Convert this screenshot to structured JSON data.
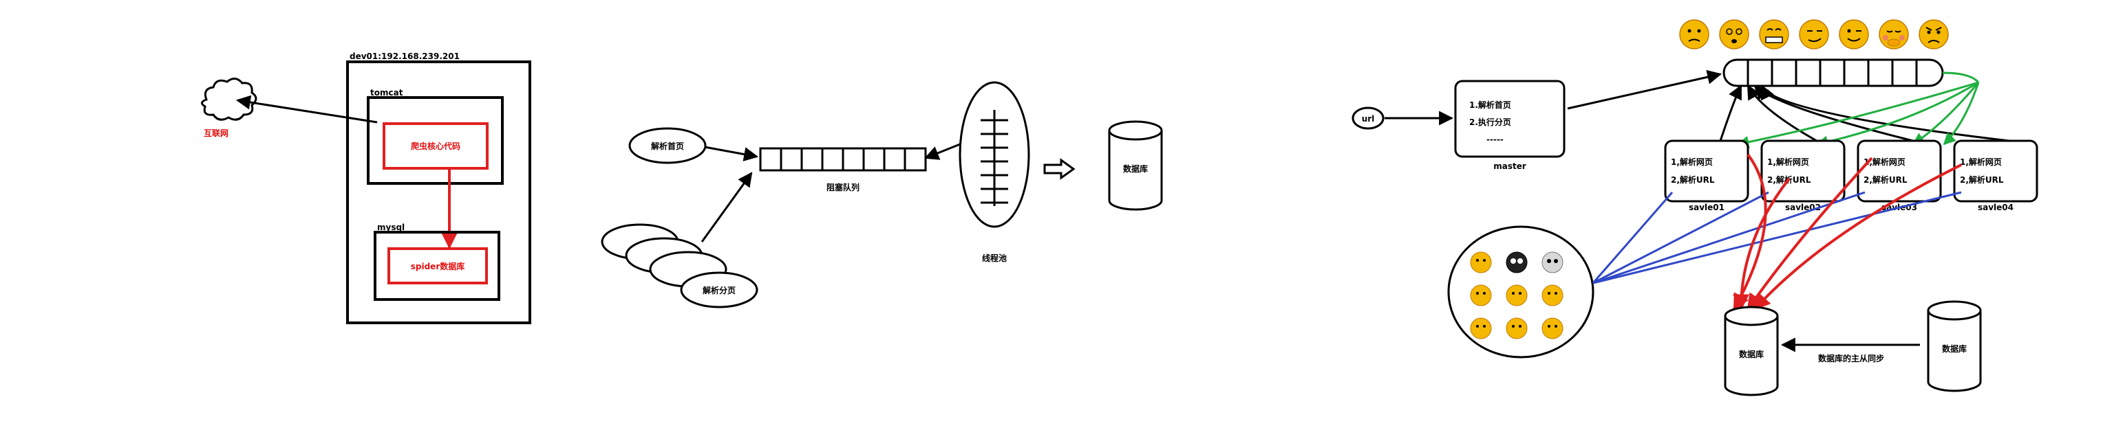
{
  "colors": {
    "red": "#e02020",
    "green": "#20b040",
    "blue": "#3048c8",
    "black": "#000000",
    "emoji_yellow": "#f5b800"
  },
  "left": {
    "server_label": "dev01:192.168.239.201",
    "internet_label": "互联网",
    "tomcat_label": "tomcat",
    "crawler_core_label": "爬虫核心代码",
    "mysql_label": "mysql",
    "spider_db_label": "spider数据库"
  },
  "middle": {
    "parse_home_label": "解析首页",
    "blocking_queue_label": "阻塞队列",
    "parse_paging_label": "解析分页",
    "thread_pool_label": "线程池",
    "database_label": "数据库"
  },
  "right": {
    "url_label": "url",
    "master": {
      "lines": [
        "1.解析首页",
        "2.执行分页",
        "-----"
      ],
      "label": "master"
    },
    "slaves": [
      {
        "line1": "1,解析网页",
        "line2": "2,解析URL",
        "label": "savle01"
      },
      {
        "line1": "1,解析网页",
        "line2": "2,解析URL",
        "label": "savle02"
      },
      {
        "line1": "1,解析网页",
        "line2": "2,解析URL",
        "label": "savle03"
      },
      {
        "line1": "1,解析网页",
        "line2": "2,解析URL",
        "label": "savle04"
      }
    ],
    "db_left_label": "数据库",
    "db_right_label": "数据库",
    "sync_label": "数据库的主从同步",
    "emoji_icons": [
      "thinking-emoji-icon",
      "dizzy-emoji-icon",
      "grin-emoji-icon",
      "smirk-emoji-icon",
      "wink-emoji-icon",
      "shy-emoji-icon",
      "angry-emoji-icon"
    ]
  }
}
